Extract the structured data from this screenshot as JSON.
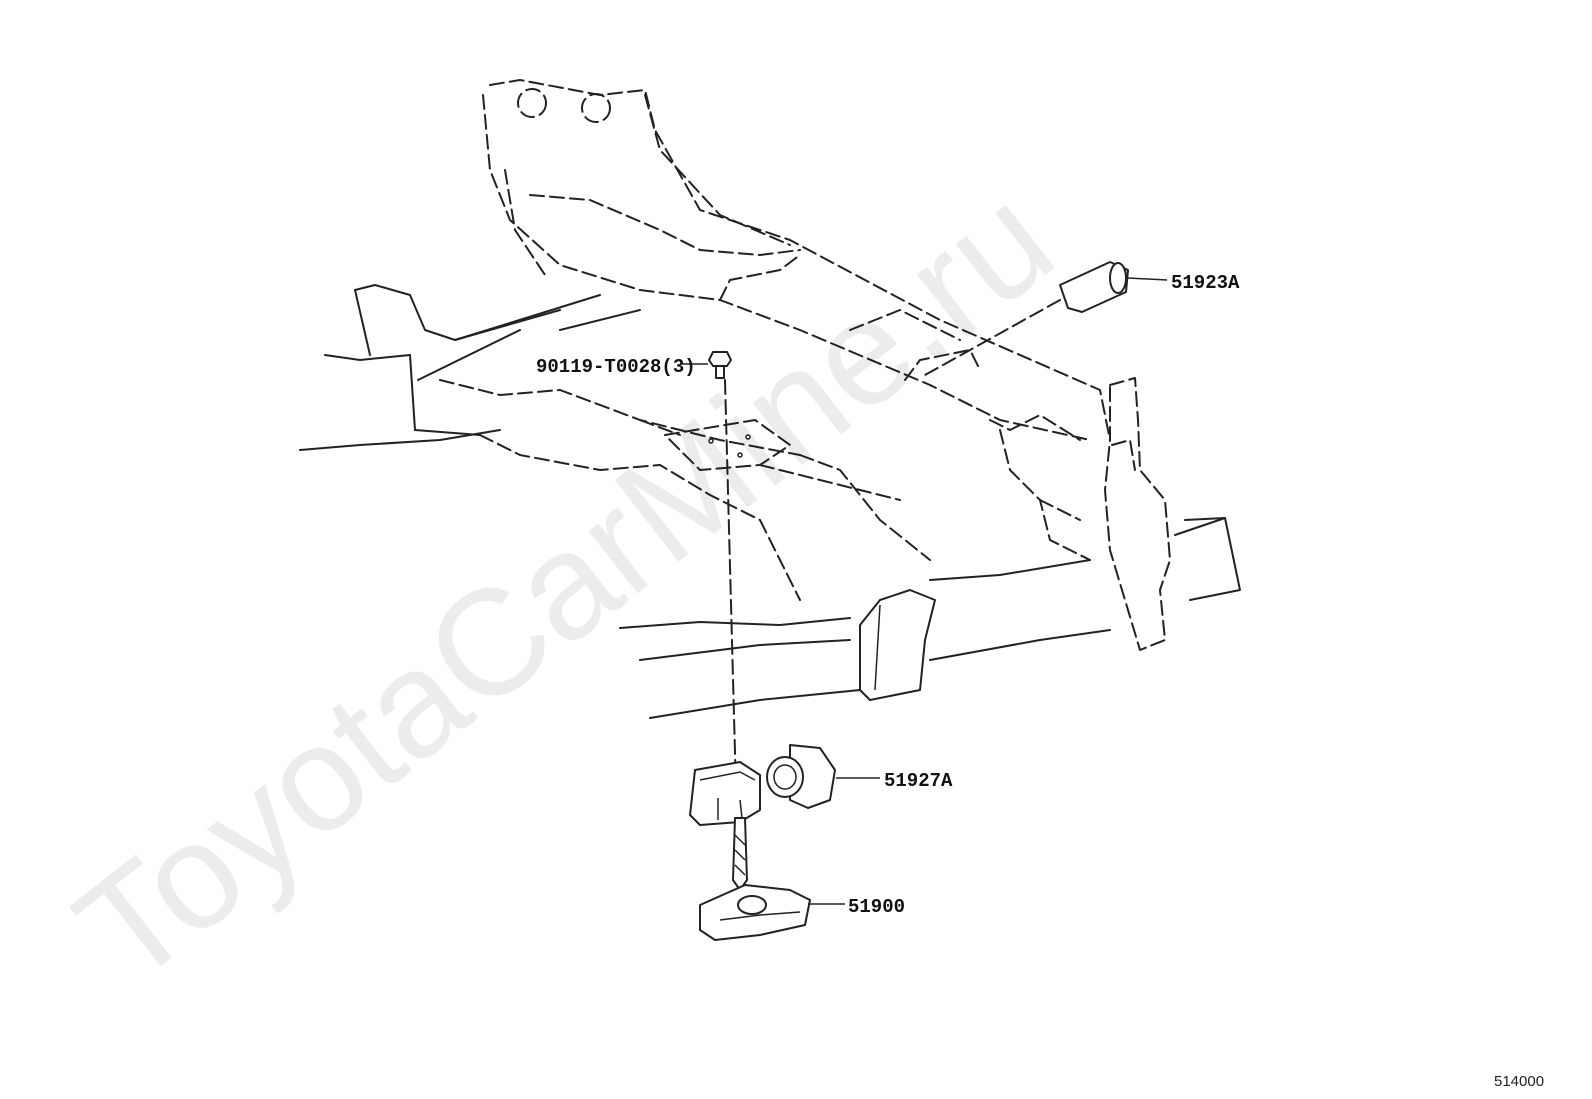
{
  "watermark": "ToyotaCarMine.ru",
  "diagram_code": "514000",
  "callouts": [
    {
      "id": "c1",
      "text": "51923A"
    },
    {
      "id": "c2",
      "text": "90119-T0028(3)"
    },
    {
      "id": "c3",
      "text": "51927A"
    },
    {
      "id": "c4",
      "text": "51900"
    }
  ]
}
